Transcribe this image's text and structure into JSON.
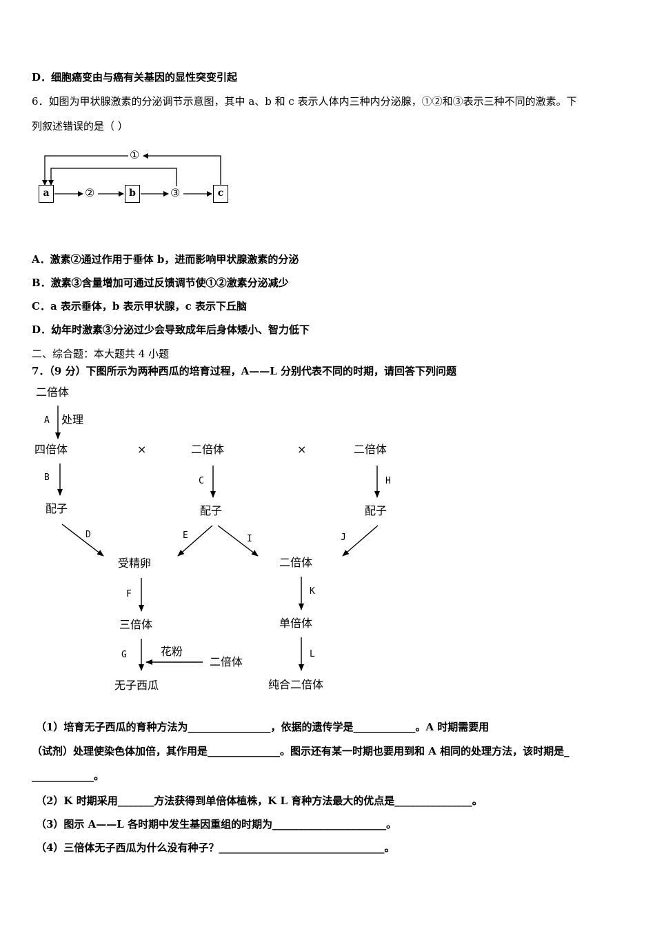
{
  "q5_option_d": "D．细胞癌变由与癌有关基因的显性突变引起",
  "q6": {
    "stem_line1": "6．如图为甲状腺激素的分泌调节示意图，其中 a、b 和 c 表示人体内三种内分泌腺，①②和③表示三种不同的激素。下",
    "stem_line2": "列叙述错误的是（    ）",
    "diagram": {
      "box_a": "a",
      "box_b": "b",
      "box_c": "c",
      "hormone_1": "①",
      "hormone_2": "②",
      "hormone_3": "③"
    },
    "options": [
      "A．激素②通过作用于垂体 b，进而影响甲状腺激素的分泌",
      "B．激素③含量增加可通过反馈调节使①②激素分泌减少",
      "C．a 表示垂体，b 表示甲状腺，c 表示下丘脑",
      "D．幼年时激素③分泌过少会导致成年后身体矮小、智力低下"
    ]
  },
  "section2_heading": "二、综合题：本大题共 4 小题",
  "q7": {
    "stem": "7．（9 分）下图所示为两种西瓜的培育过程，A——L 分别代表不同的时期，请回答下列问题",
    "diagram": {
      "diploid_top": "二倍体",
      "label_a": "A",
      "treatment": "处理",
      "tetraploid": "四倍体",
      "cross1": "×",
      "diploid_mid": "二倍体",
      "cross2": "×",
      "diploid_right": "二倍体",
      "label_b": "B",
      "label_c": "C",
      "label_h": "H",
      "gamete1": "配子",
      "gamete2": "配子",
      "gamete3": "配子",
      "label_d": "D",
      "label_e": "E",
      "label_i": "I",
      "label_j": "J",
      "zygote": "受精卵",
      "diploid_lower": "二倍体",
      "label_f": "F",
      "label_k": "K",
      "triploid": "三倍体",
      "haploid": "单倍体",
      "label_g": "G",
      "pollen": "花粉",
      "diploid_pollen": "二倍体",
      "label_l": "L",
      "seedless": "无子西瓜",
      "pure_diploid": "纯合二倍体"
    },
    "sub1_line1": "（1）培育无子西瓜的育种方法为________________，依据的遗传学是____________。A 时期需要用",
    "sub1_line2": "（试剂）处理使染色体加倍，其作用是______________。图示还有某一时期也要用到和 A 相同的处理方法，该时期是_",
    "sub1_line3": "____________。",
    "sub2": "（2）K 时期采用_______方法获得到单倍体植株，K L 育种方法最大的优点是_______________。",
    "sub3": "（3）图示 A——L 各时期中发生基因重组的时期为______________________。",
    "sub4": "（4）三倍体无子西瓜为什么没有种子？________________________________。"
  }
}
